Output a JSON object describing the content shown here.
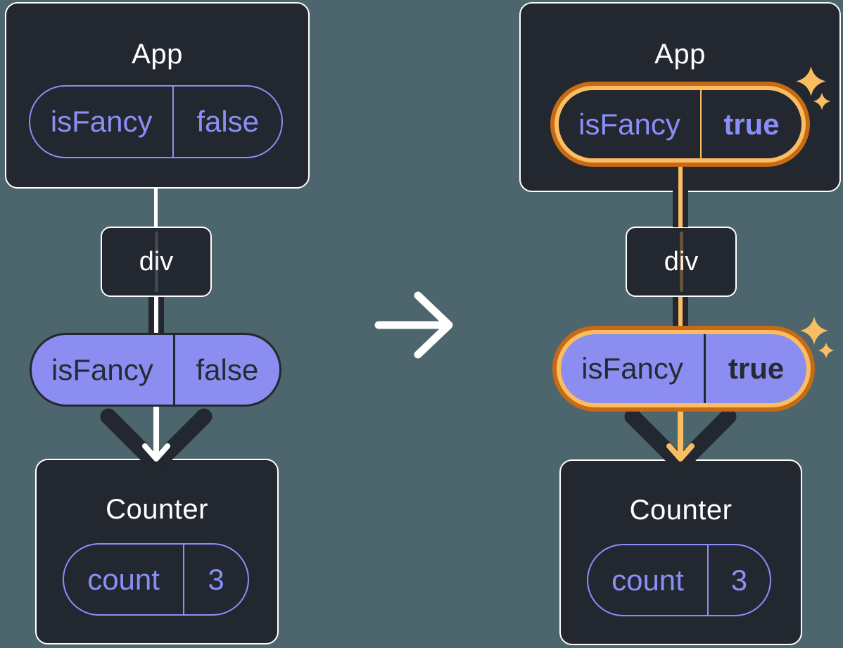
{
  "diagram": {
    "before": {
      "app_title": "App",
      "app_state_name": "isFancy",
      "app_state_value": "false",
      "div_label": "div",
      "prop_name": "isFancy",
      "prop_value": "false",
      "counter_title": "Counter",
      "counter_state_name": "count",
      "counter_state_value": "3"
    },
    "after": {
      "app_title": "App",
      "app_state_name": "isFancy",
      "app_state_value": "true",
      "div_label": "div",
      "prop_name": "isFancy",
      "prop_value": "true",
      "counter_title": "Counter",
      "counter_state_name": "count",
      "counter_state_value": "3"
    },
    "icons": {
      "transition": "right-arrow",
      "flow_before": "down-arrow-white-core",
      "flow_after": "down-arrow-orange-core",
      "highlight": "sparkles"
    },
    "colors": {
      "background": "#4D666E",
      "card_fill": "#23272F",
      "card_border": "#FFFFFF",
      "purple_stroke_text": "#8A8FF8",
      "purple_pill_fill": "#8B8EF0",
      "dark_ink": "#23272F",
      "orange_outer_ring": "#C76A15",
      "orange_inner_ring": "#FABD62",
      "white": "#FFFFFF"
    }
  }
}
